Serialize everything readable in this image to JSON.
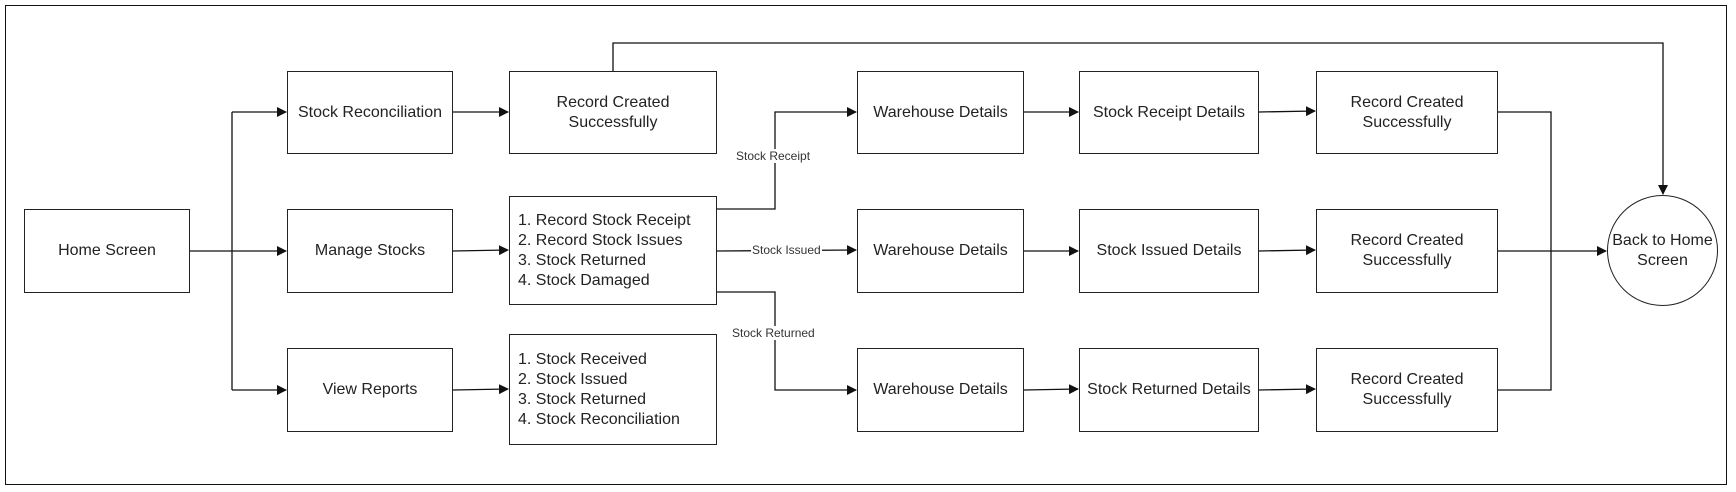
{
  "nodes": {
    "home": "Home Screen",
    "reconciliation": "Stock Reconciliation",
    "manage": "Manage Stocks",
    "reports": "View Reports",
    "record_top": "Record Created Successfully",
    "manage_menu": [
      "1. Record Stock Receipt",
      "2. Record Stock Issues",
      "3. Stock Returned",
      "4. Stock Damaged"
    ],
    "reports_menu": [
      "1. Stock Received",
      "2. Stock Issued",
      "3. Stock Returned",
      "4. Stock Reconciliation"
    ],
    "warehouse_receipt": "Warehouse Details",
    "warehouse_issued": "Warehouse Details",
    "warehouse_returned": "Warehouse Details",
    "receipt_details": "Stock Receipt Details",
    "issued_details": "Stock Issued Details",
    "returned_details": "Stock Returned Details",
    "record_receipt": "Record Created Successfully",
    "record_issued": "Record Created Successfully",
    "record_returned": "Record Created Successfully",
    "back_home": "Back to Home Screen"
  },
  "edge_labels": {
    "receipt": "Stock Receipt",
    "issued": "Stock Issued",
    "returned": "Stock Returned"
  }
}
